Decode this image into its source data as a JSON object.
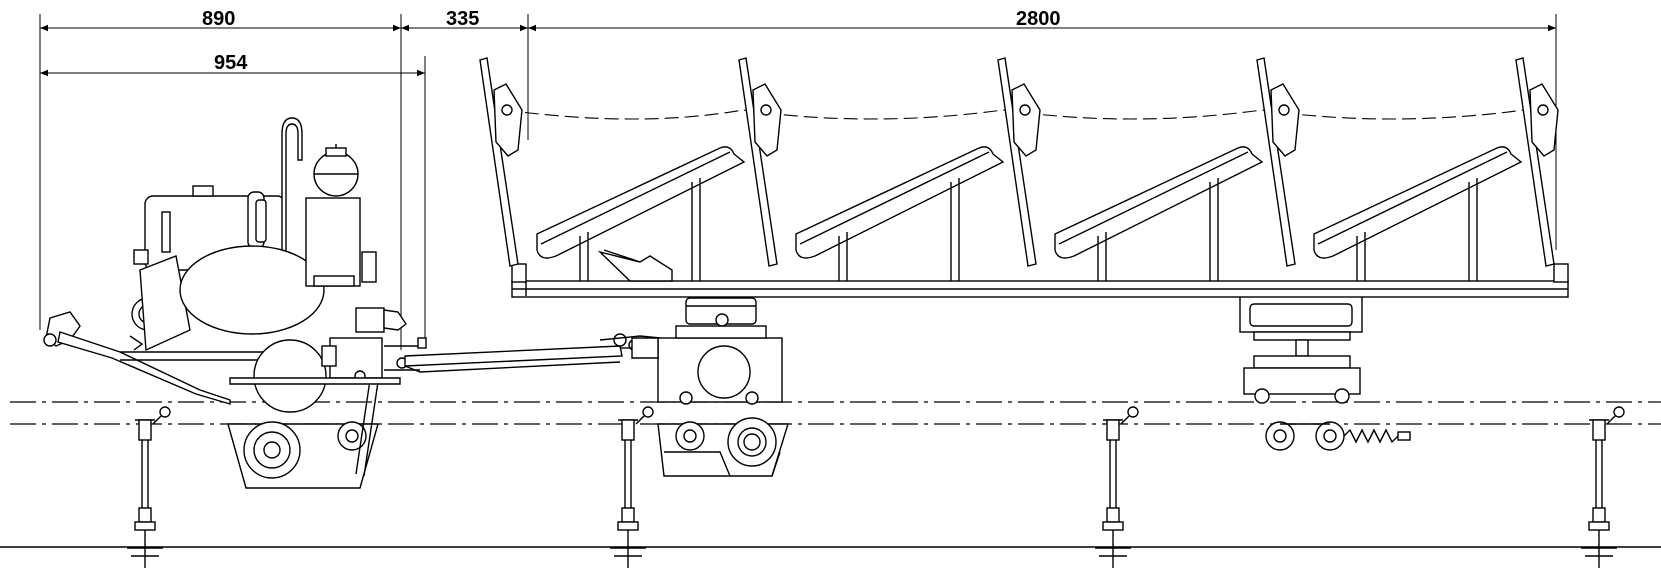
{
  "dimensions": {
    "d890": "890",
    "d954": "954",
    "d335": "335",
    "d2800": "2800"
  }
}
